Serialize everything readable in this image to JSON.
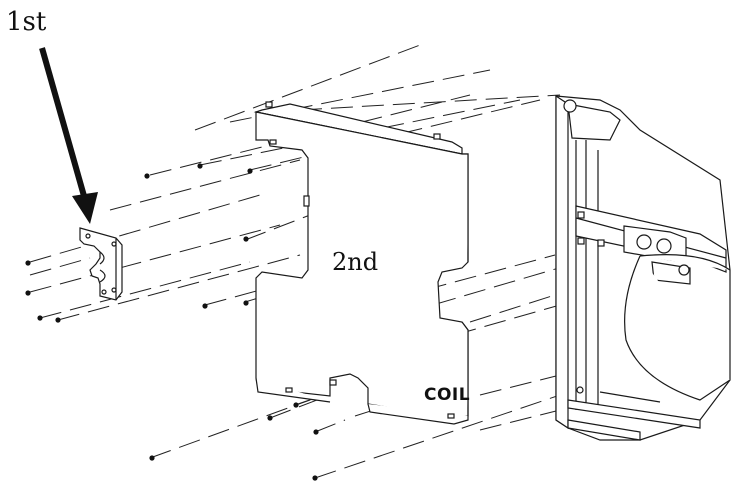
{
  "labels": {
    "first": "1st",
    "second": "2nd",
    "coil": "COIL"
  },
  "colors": {
    "line": "#1a1a1a",
    "fill": "#ffffff",
    "arrow": "#111111"
  },
  "icons": {
    "arrow": "down-right-arrow",
    "screw": "screw-dot"
  }
}
